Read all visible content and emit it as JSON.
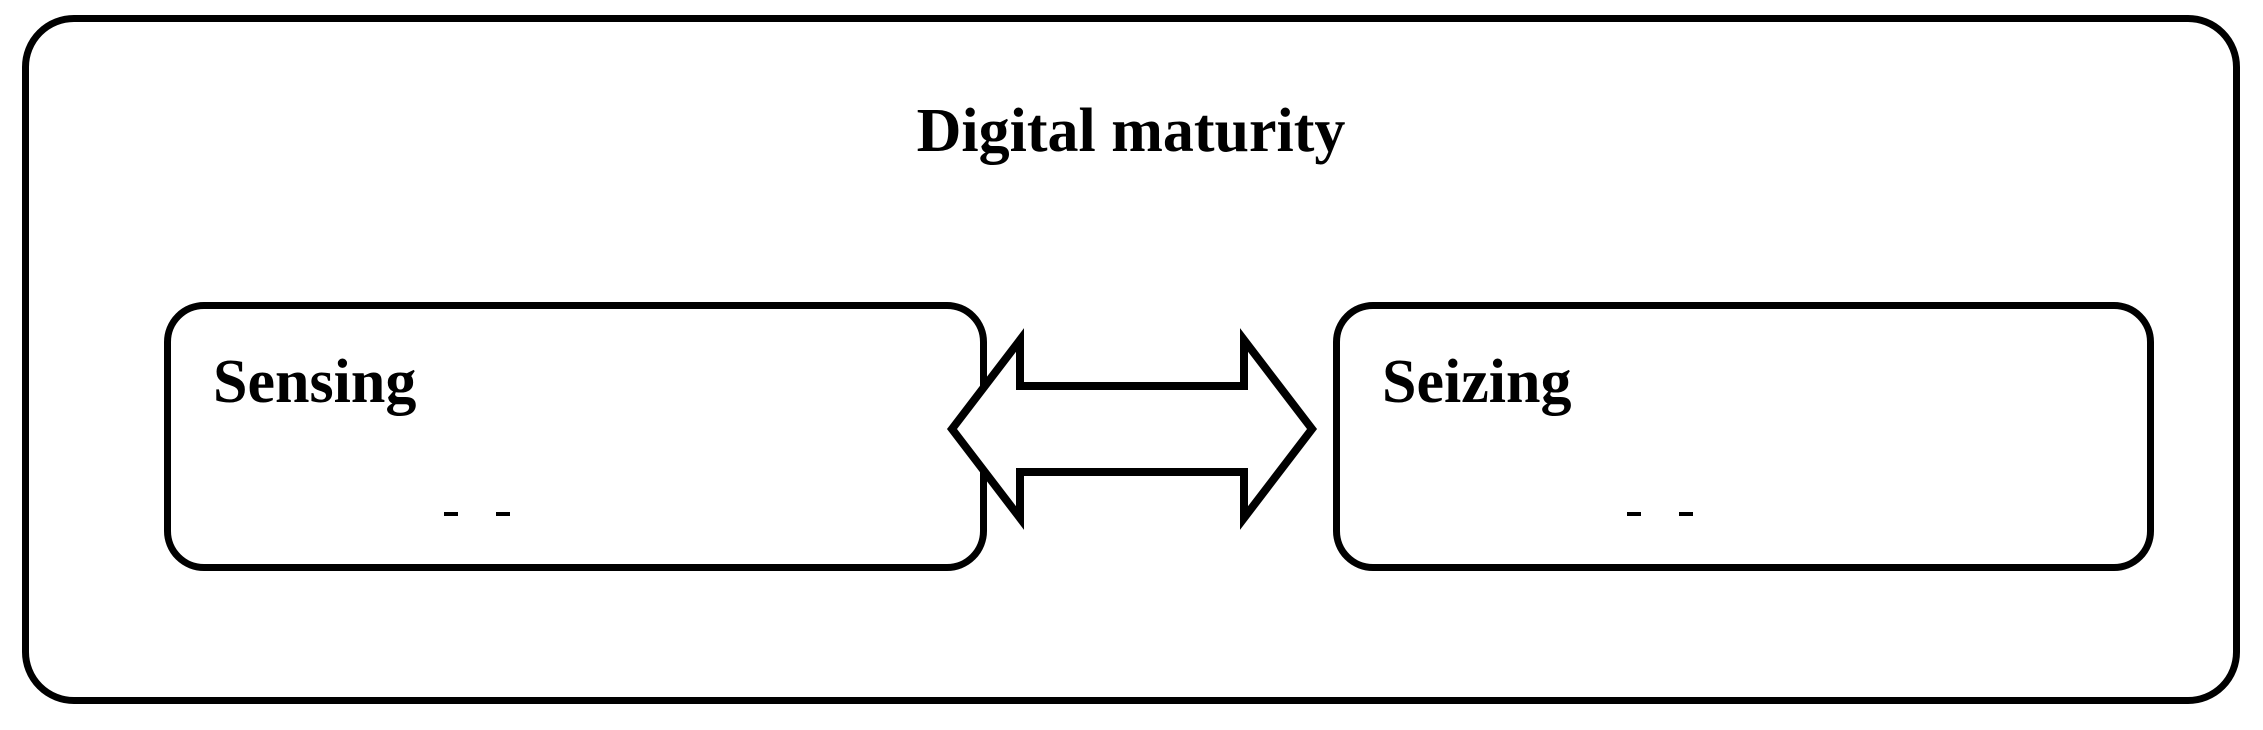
{
  "diagram": {
    "type": "concept-diagram",
    "title": "Digital maturity",
    "outer_container_label": "Digital maturity",
    "colors": {
      "stroke": "#000000",
      "fill": "#ffffff",
      "text": "#000000"
    },
    "boxes": [
      {
        "id": "sensing",
        "label": "Sensing",
        "position": "left"
      },
      {
        "id": "seizing",
        "label": "Seizing",
        "position": "right"
      }
    ],
    "connector": {
      "name": "bidirectional-arrow",
      "style": "hollow-outline",
      "direction": "both",
      "from": "Sensing",
      "to": "Seizing"
    }
  }
}
